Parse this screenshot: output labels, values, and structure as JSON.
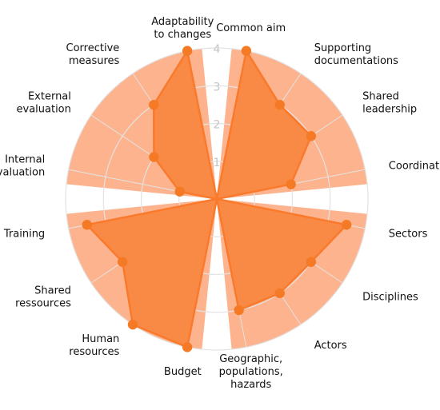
{
  "chart_data": {
    "type": "radar",
    "title": "",
    "rmax": 4,
    "ticks": [
      "1",
      "2",
      "3",
      "4"
    ],
    "grid": true,
    "axes": [
      {
        "label": [
          "Common aim"
        ],
        "value": 4,
        "group": 1
      },
      {
        "label": [
          "Supporting",
          "documentations"
        ],
        "value": 3,
        "group": 1
      },
      {
        "label": [
          "Shared",
          "leadership"
        ],
        "value": 3,
        "group": 1
      },
      {
        "label": [
          "Coordination"
        ],
        "value": 2,
        "group": 1
      },
      {
        "label": [
          "Sectors"
        ],
        "value": 3.5,
        "group": 2
      },
      {
        "label": [
          "Disciplines"
        ],
        "value": 3,
        "group": 2
      },
      {
        "label": [
          "Actors"
        ],
        "value": 3,
        "group": 2
      },
      {
        "label": [
          "Geographic,",
          "populations,",
          "hazards"
        ],
        "value": 3,
        "group": 2
      },
      {
        "label": [
          "Budget"
        ],
        "value": 4,
        "group": 3
      },
      {
        "label": [
          "Human",
          "resources"
        ],
        "value": 4,
        "group": 3
      },
      {
        "label": [
          "Shared",
          "ressources"
        ],
        "value": 3,
        "group": 3
      },
      {
        "label": [
          "Training"
        ],
        "value": 3.5,
        "group": 3
      },
      {
        "label": [
          "Internal",
          "evaluation"
        ],
        "value": 1,
        "group": 4
      },
      {
        "label": [
          "External",
          "evaluation"
        ],
        "value": 2,
        "group": 4
      },
      {
        "label": [
          "Corrective",
          "measures"
        ],
        "value": 3,
        "group": 4
      },
      {
        "label": [
          "Adaptability",
          "to changes"
        ],
        "value": 4,
        "group": 4
      }
    ],
    "colors": {
      "background_wedge": "#fdb38d",
      "fill": "#f98a45",
      "stroke": "#f97a2c",
      "marker": "#f57a25",
      "grid": "#e3e3e3"
    }
  }
}
